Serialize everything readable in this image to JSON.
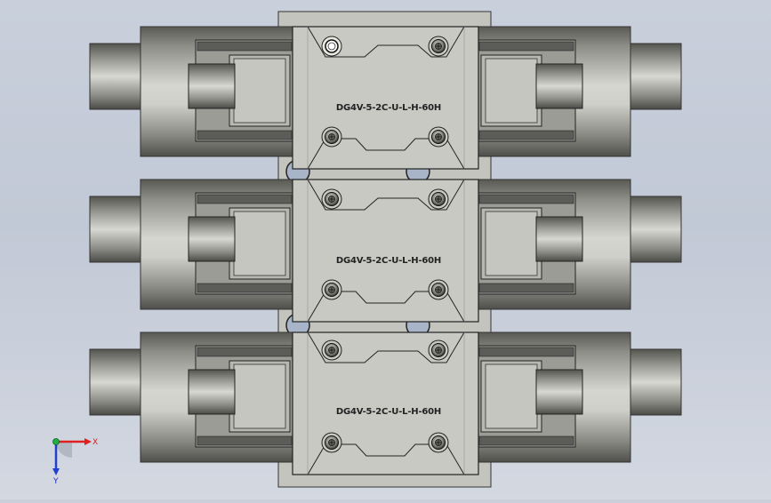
{
  "viewport": {
    "background_top": "#c9d0dc",
    "background_bottom": "#d3d8e1"
  },
  "model": {
    "valves": [
      {
        "label": "DG4V-5-2C-U-L-H-60H"
      },
      {
        "label": "DG4V-5-2C-U-L-H-60H"
      },
      {
        "label": "DG4V-5-2C-U-L-H-60H"
      }
    ]
  },
  "triad": {
    "x_label": "X",
    "y_label": "Y",
    "x_color": "#e02020",
    "y_color": "#2040d0",
    "z_color": "#20b040"
  }
}
